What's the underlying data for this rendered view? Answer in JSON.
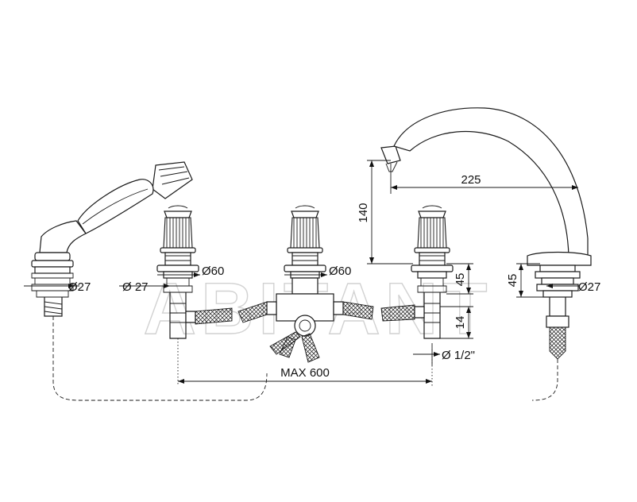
{
  "watermark": "ABITANT",
  "dimensions": {
    "hand_shower_base_diameter": "Ø27",
    "left_valve_base_diameter": "Ø 27",
    "left_valve_rosette_diameter": "Ø60",
    "diverter_rosette_diameter": "Ø60",
    "spout_base_diameter": "Ø27",
    "spout_height": "140",
    "spout_reach": "225",
    "right_valve_height": "45",
    "spout_base_height": "45",
    "connector_length": "14",
    "thread_size": "Ø 1/2\"",
    "max_spacing": "MAX 600"
  }
}
